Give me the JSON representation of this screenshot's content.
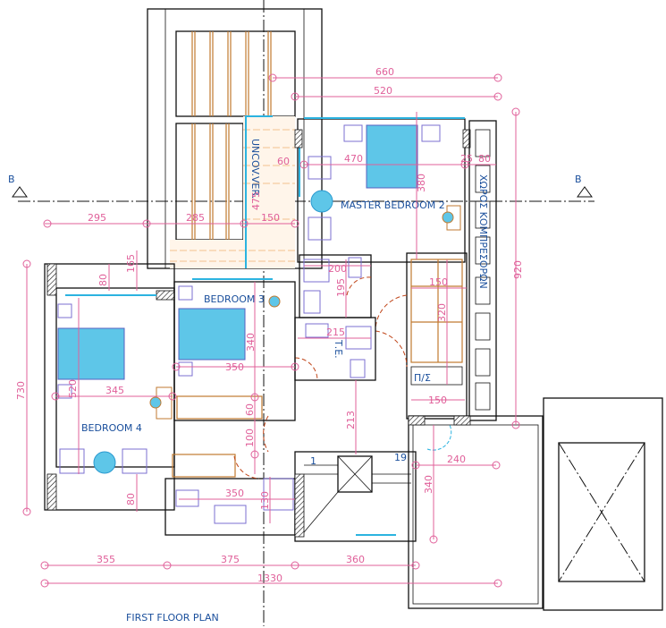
{
  "title": "FIRST FLOOR PLAN",
  "section_marks": {
    "left": "B",
    "right": "B"
  },
  "rooms": {
    "master_bedroom": "MASTER BEDROOM 2",
    "bedroom_3": "BEDROOM 3",
    "bedroom_4": "BEDROOM 4",
    "uncovered_veranda": "UNCOV.VER.",
    "wc": "Τ.Ε.",
    "shaft": "Π/Σ",
    "compressor_room": "ΧΩΡΟΣ ΚΟΜΠΡΕΣΟΡΩΝ"
  },
  "stair_labels": {
    "start": "1",
    "end": "19"
  },
  "dimensions": {
    "top_660": "660",
    "top_520": "520",
    "right_920": "920",
    "d295": "295",
    "d285": "285",
    "d150_ver": "150",
    "d60": "60",
    "d475": "475",
    "d470": "470",
    "d380": "380",
    "d25": "25",
    "d80_top": "80",
    "d165": "165",
    "d80_left": "80",
    "d730": "730",
    "d340_b3": "340",
    "d350_b3": "350",
    "d345": "345",
    "d520": "520",
    "d60_b": "60",
    "d100": "100",
    "d80_bot": "80",
    "d350_bath": "350",
    "d130": "130",
    "d200": "200",
    "d195": "195",
    "d215": "215",
    "d150_wr": "150",
    "d320": "320",
    "d150_ps": "150",
    "d213": "213",
    "d240": "240",
    "d340_bal": "340",
    "b355": "355",
    "b375": "375",
    "b360": "360",
    "b1330": "1330"
  },
  "colors": {
    "dimension": "#e0609a",
    "text": "#1a4f9c",
    "glass": "#2bb3e0",
    "wood": "#c07a30",
    "door": "#c0461a"
  }
}
